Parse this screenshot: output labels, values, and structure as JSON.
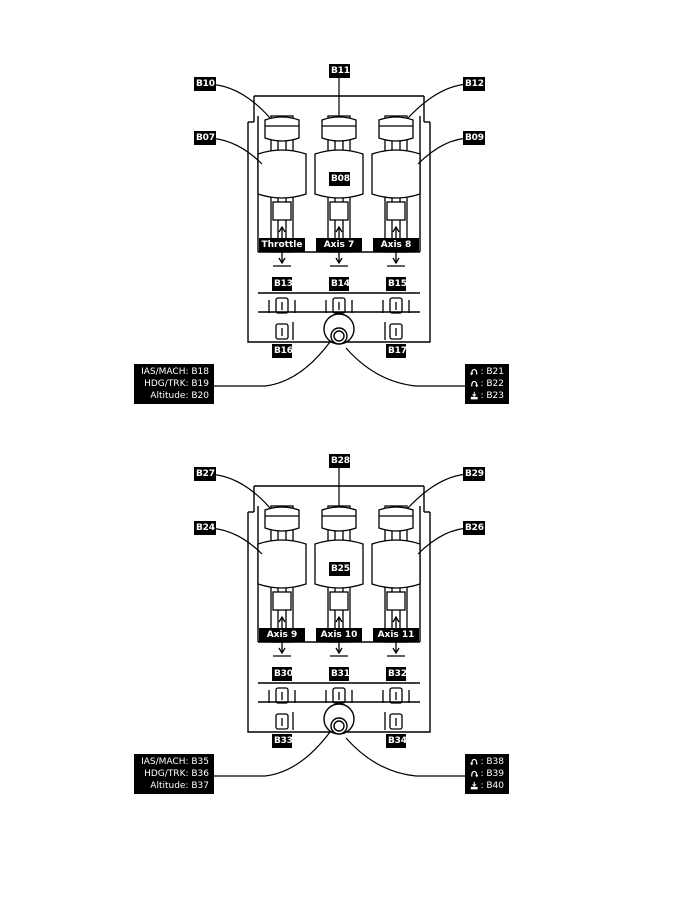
{
  "panels": [
    {
      "top_labels": {
        "left": "B10",
        "center": "B11",
        "right": "B12"
      },
      "mid_labels": {
        "left": "B07",
        "center": "B08",
        "right": "B09"
      },
      "axes": [
        "Throttle",
        "Axis 7",
        "Axis 8"
      ],
      "switch_row": [
        "B13",
        "B14",
        "B15"
      ],
      "bottom_switches": {
        "left": "B16",
        "right": "B17"
      },
      "knob_callout": [
        "IAS/MACH: B18",
        "HDG/TRK: B19",
        "Altitude: B20"
      ],
      "rotary_callout": [
        {
          "icon": "rotate-left-icon",
          "text": ": B21"
        },
        {
          "icon": "rotate-right-icon",
          "text": ": B22"
        },
        {
          "icon": "push-icon",
          "text": ": B23"
        }
      ]
    },
    {
      "top_labels": {
        "left": "B27",
        "center": "B28",
        "right": "B29"
      },
      "mid_labels": {
        "left": "B24",
        "center": "B25",
        "right": "B26"
      },
      "axes": [
        "Axis 9",
        "Axis 10",
        "Axis 11"
      ],
      "switch_row": [
        "B30",
        "B31",
        "B32"
      ],
      "bottom_switches": {
        "left": "B33",
        "right": "B34"
      },
      "knob_callout": [
        "IAS/MACH: B35",
        "HDG/TRK: B36",
        "Altitude: B37"
      ],
      "rotary_callout": [
        {
          "icon": "rotate-left-icon",
          "text": ": B38"
        },
        {
          "icon": "rotate-right-icon",
          "text": ": B39"
        },
        {
          "icon": "push-icon",
          "text": ": B40"
        }
      ]
    }
  ]
}
